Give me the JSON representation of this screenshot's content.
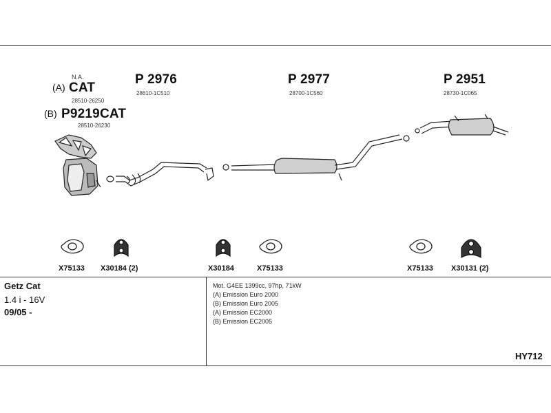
{
  "header": {
    "na_label": "N.A.",
    "cat_prefix_a": "(A)",
    "cat_label": "CAT",
    "cat_number_a": "28510-26250",
    "cat_prefix_b": "(B)",
    "cat_label_b": "P9219CAT",
    "cat_number_b": "28510-26230"
  },
  "parts": [
    {
      "code": "P 2976",
      "oem": "28610-1C510"
    },
    {
      "code": "P 2977",
      "oem": "28700-1C560"
    },
    {
      "code": "P 2951",
      "oem": "28730-1C065"
    }
  ],
  "fittings": [
    {
      "label": "X75133"
    },
    {
      "label": "X30184 (2)"
    },
    {
      "label": "X30184"
    },
    {
      "label": "X75133"
    },
    {
      "label": "X75133"
    },
    {
      "label": "X30131 (2)"
    }
  ],
  "vehicle": {
    "model": "Getz Cat",
    "engine": "1.4 i - 16V",
    "date": "09/05 -"
  },
  "notes": [
    "Mot. G4EE 1399cc, 97hp, 71kW",
    "(A) Emission Euro 2000",
    "(B) Emission Euro 2005",
    "(A) Emission EC2000",
    "(B) Emission EC2005"
  ],
  "diagram_code": "HY712"
}
